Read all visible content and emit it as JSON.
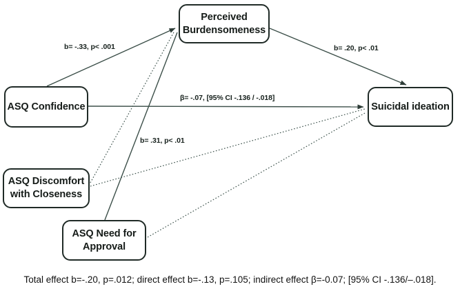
{
  "figure": {
    "nodes": {
      "perceived_burdensomeness": {
        "label": "Perceived\nBurdensomeness"
      },
      "asq_confidence": {
        "label": "ASQ Confidence"
      },
      "suicidal_ideation": {
        "label": "Suicidal ideation"
      },
      "asq_discomfort_with_closeness": {
        "label": "ASQ Discomfort\nwith Closeness"
      },
      "asq_need_for_approval": {
        "label": "ASQ Need for\nApproval"
      }
    },
    "edges": [
      {
        "from": "asq_confidence",
        "to": "perceived_burdensomeness",
        "style": "solid",
        "label": "b= -.33, p< .001"
      },
      {
        "from": "perceived_burdensomeness",
        "to": "suicidal_ideation",
        "style": "solid",
        "label": "b= .20, p< .01"
      },
      {
        "from": "asq_confidence",
        "to": "suicidal_ideation",
        "style": "solid",
        "label": "β= -.07, [95% CI -.136 / -.018]"
      },
      {
        "from": "asq_need_for_approval",
        "to": "perceived_burdensomeness",
        "style": "solid",
        "label": "b= .31, p< .01"
      },
      {
        "from": "asq_discomfort_with_closeness",
        "to": "perceived_burdensomeness",
        "style": "dotted",
        "label": ""
      },
      {
        "from": "asq_discomfort_with_closeness",
        "to": "suicidal_ideation",
        "style": "dotted",
        "label": ""
      },
      {
        "from": "asq_need_for_approval",
        "to": "suicidal_ideation",
        "style": "dotted",
        "label": ""
      }
    ],
    "edge_labels": {
      "confidence_to_burdensomeness": "b= -.33, p< .001",
      "burdensomeness_to_suicidal": "b= .20, p< .01",
      "confidence_to_suicidal": "β= -.07, [95% CI -.136 / -.018]",
      "need_to_burdensomeness": "b= .31, p< .01"
    },
    "caption": "Total effect b=-.20, p=.012; direct effect b=-.13, p=.105; indirect effect β=-0.07; [95% CI -.136/–.018].",
    "colors": {
      "line": "#3c4f49",
      "node_border": "#1f2a26",
      "text": "#151b18",
      "background": "#ffffff"
    }
  }
}
